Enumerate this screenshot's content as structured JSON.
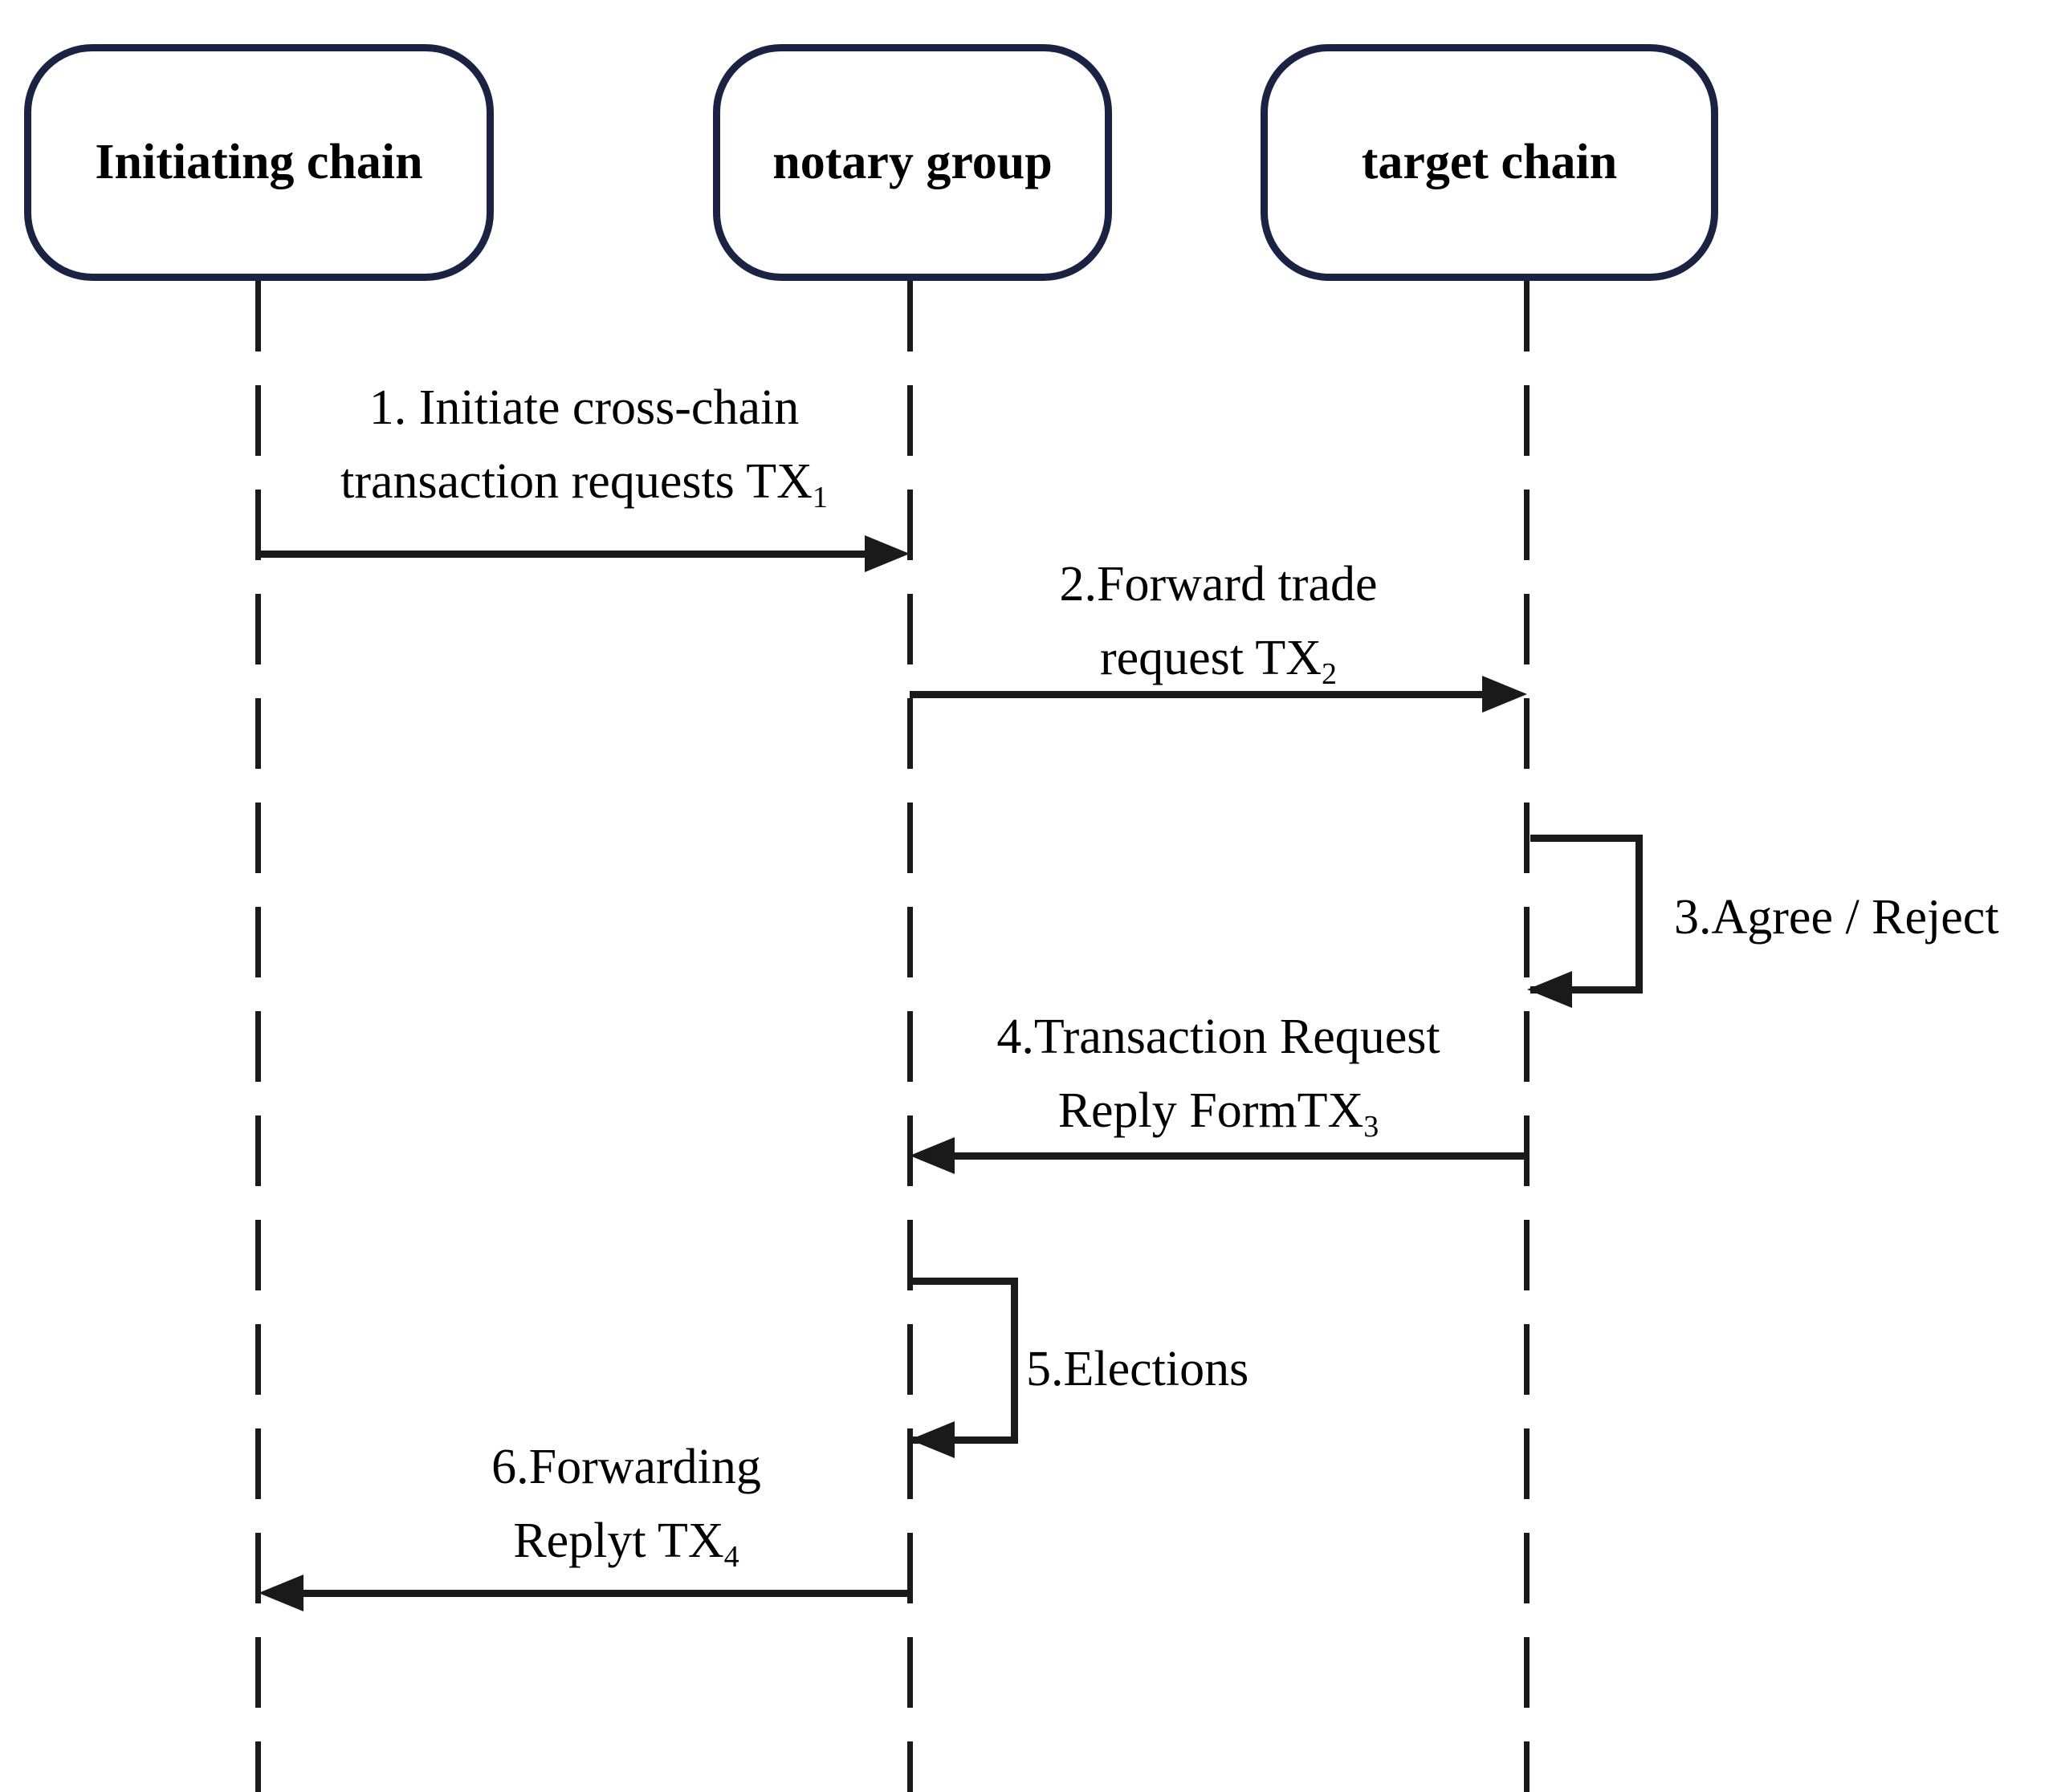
{
  "participants": [
    {
      "id": "initiating-chain",
      "label": "Initiating chain"
    },
    {
      "id": "notary-group",
      "label": "notary group"
    },
    {
      "id": "target-chain",
      "label": "target chain"
    }
  ],
  "messages": [
    {
      "seq": 1,
      "from": "initiating-chain",
      "to": "notary-group",
      "kind": "arrow-right",
      "line1": "1. Initiate cross-chain",
      "line2": "transaction requests TX",
      "line2_sub": "1"
    },
    {
      "seq": 2,
      "from": "notary-group",
      "to": "target-chain",
      "kind": "arrow-right",
      "line1": "2.Forward trade",
      "line2": "request TX",
      "line2_sub": "2"
    },
    {
      "seq": 3,
      "from": "target-chain",
      "to": "target-chain",
      "kind": "self-loop",
      "line1": "3.Agree / Reject"
    },
    {
      "seq": 4,
      "from": "target-chain",
      "to": "notary-group",
      "kind": "arrow-left",
      "line1": "4.Transaction Request",
      "line2": "Reply FormTX",
      "line2_sub": "3"
    },
    {
      "seq": 5,
      "from": "notary-group",
      "to": "notary-group",
      "kind": "self-loop",
      "line1": "5.Elections"
    },
    {
      "seq": 6,
      "from": "notary-group",
      "to": "initiating-chain",
      "kind": "arrow-left",
      "line1": "6.Forwarding",
      "line2": "Replyt TX",
      "line2_sub": "4"
    }
  ],
  "colors": {
    "box_border": "#1b2345",
    "line": "#1a1a1a",
    "text": "#000000",
    "background": "#ffffff"
  }
}
